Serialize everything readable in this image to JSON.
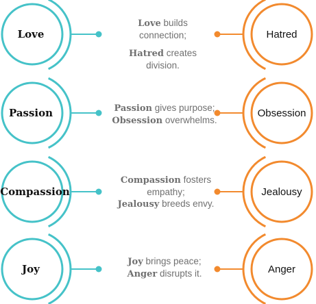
{
  "colors": {
    "left": "#45C2C8",
    "right": "#F28A2E",
    "text": "#111111",
    "muted": "#707070"
  },
  "pairs": [
    {
      "left": "Love",
      "right": "Hatred",
      "lines": [
        {
          "kw": "Love",
          "rest": " builds connection;"
        },
        {
          "kw": "Hatred",
          "rest": " creates division."
        }
      ]
    },
    {
      "left": "Passion",
      "right": "Obsession",
      "lines": [
        {
          "kw": "Passion",
          "rest": " gives purpose;"
        },
        {
          "kw": "Obsession",
          "rest": " overwhelms."
        }
      ]
    },
    {
      "left": "Compassion",
      "right": "Jealousy",
      "lines": [
        {
          "kw": "Compassion",
          "rest": " fosters empathy;"
        },
        {
          "kw": "Jealousy",
          "rest": " breeds envy."
        }
      ]
    },
    {
      "left": "Joy",
      "right": "Anger",
      "lines": [
        {
          "kw": "Joy",
          "rest": " brings peace;"
        },
        {
          "kw": "Anger",
          "rest": " disrupts it."
        }
      ]
    }
  ]
}
